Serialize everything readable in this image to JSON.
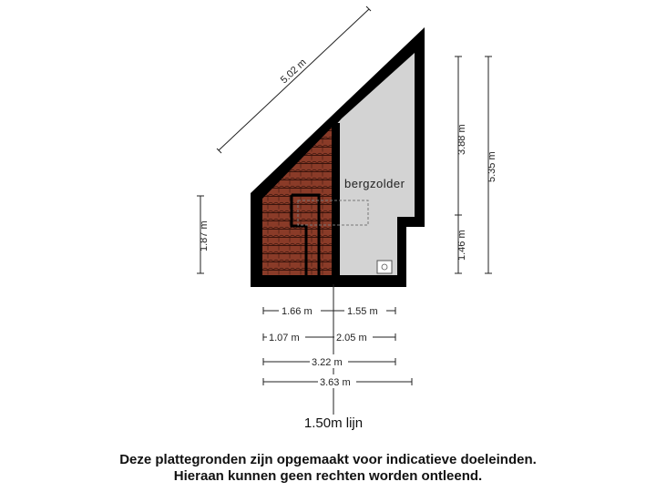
{
  "room": {
    "label": "bergzolder"
  },
  "dimensions": {
    "diagonal": "5.02 m",
    "right_upper": "3.88 m",
    "right_total": "5.35 m",
    "right_lower": "1.46 m",
    "left_height": "1.87 m",
    "row1_left": "1.66 m",
    "row1_right": "1.55 m",
    "row2_left": "1.07 m",
    "row2_right": "2.05 m",
    "row3": "3.22 m",
    "row4": "3.63 m"
  },
  "line_label": "1.50m lijn",
  "disclaimer": {
    "line1": "Deze plattegronden zijn opgemaakt voor indicatieve doeleinden.",
    "line2": "Hieraan kunnen geen rechten worden ontleend."
  },
  "colors": {
    "wall": "#000000",
    "floor": "#d3d3d3",
    "roof_tiles": "#8a3b28",
    "tile_lines": "#3a140c",
    "dimension_line": "#222222"
  }
}
